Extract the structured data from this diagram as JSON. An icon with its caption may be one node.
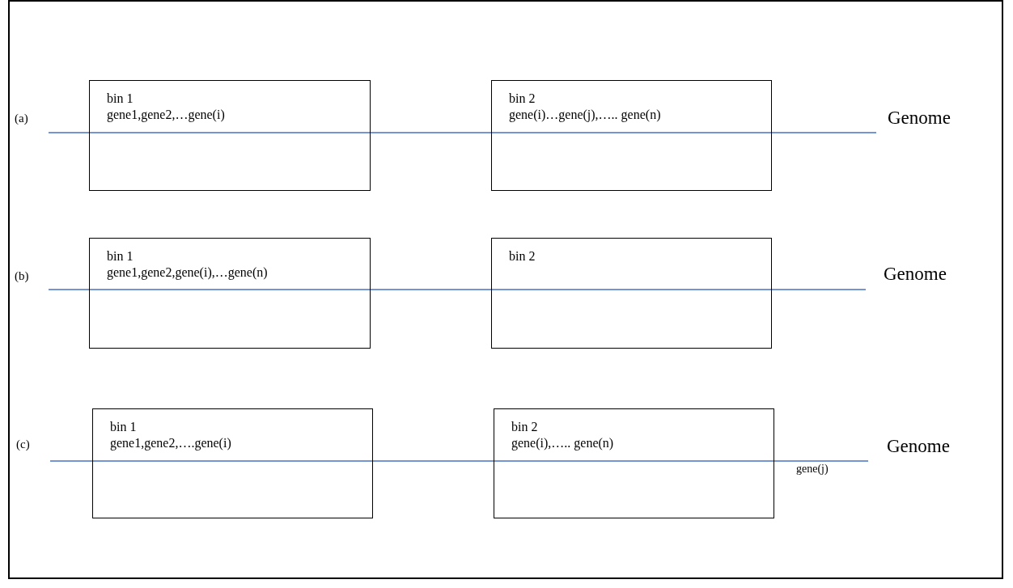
{
  "diagram": {
    "nodes": [
      {
        "text": [
          "bin 1",
          "gene1,gene2,…gene(i)"
        ]
      },
      {
        "text": [
          "bin 2",
          "gene(i)…gene(j),….. gene(n)"
        ]
      },
      {
        "text": [
          "bin 1",
          "gene1,gene2,gene(i),…gene(n)"
        ]
      },
      {
        "text": [
          "bin 2"
        ]
      },
      {
        "text": [
          "bin 1",
          "gene1,gene2,….gene(i)"
        ]
      },
      {
        "text": [
          "bin 2",
          "gene(i),….. gene(n)"
        ]
      }
    ],
    "edges": [],
    "labels": [
      "(a)",
      "Genome",
      "(b)",
      "Genome",
      "(c)",
      "Genome",
      "gene(j)"
    ]
  }
}
